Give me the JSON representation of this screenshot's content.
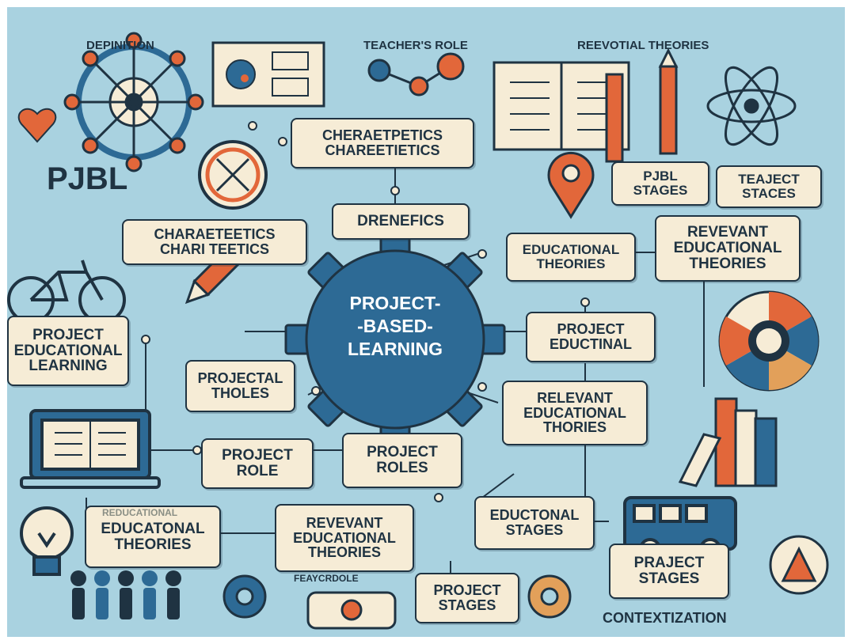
{
  "top_labels": {
    "definition": "DEPINITION",
    "teachers_role": "TEACHER'S ROLE",
    "theories_header": "REEVOTIAL THEORIES"
  },
  "logo": "PJBL",
  "center": "PROJECT-\n-BASED-\nLEARNING",
  "boxes": {
    "characteristics_top": "CHERAETPETICS\nCHAREETIETICS",
    "characteristics_left": "CHARAETEETICS\nCHARI TEETICS",
    "benefits": "DRENEFICS",
    "pjbl_stages": "PJBL\nSTAGES",
    "teaject_stages": "TEAJECT\nSTACES",
    "educational_theories_right": "EDUCATIONAL\nTHEORIES",
    "relevant_theories_top": "REVEVANT\nEDUCATIONAL\nTHEORIES",
    "project_educational": "PROJECT\nEDUCATIONAL\nLEARNING",
    "project_educational_mid": "PROJECT\nEDUCTINAL",
    "projectal_roles": "PROJECTAL\nTHOLES",
    "relevant_theories_mid": "RELEVANT\nEDUCATIONAL\nTHORIES",
    "project_role": "PROJECT\nROLE",
    "project_roles": "PROJECT\nROLES",
    "educational_stages": "EDUCTONAL\nSTAGES",
    "educatonal_theories": "EDUCATONAL\nTHEORIES",
    "relevant_theories_bottom": "REVEVANT\nEDUCATIONAL\nTHEORIES",
    "project_stages": "PROJECT\nSTAGES",
    "praject_stages": "PRAJECT\nSTAGES"
  },
  "small_labels": {
    "contextization": "CONTEXTIZATION",
    "teacher_roles_small": "FEAYCRDOLE",
    "faded_educational": "REDUCATIONAL"
  },
  "colors": {
    "background": "#a9d2e0",
    "box_fill": "#f6ecd6",
    "ink": "#1f3342",
    "gear": "#2d6a95",
    "accent": "#e2673a"
  }
}
